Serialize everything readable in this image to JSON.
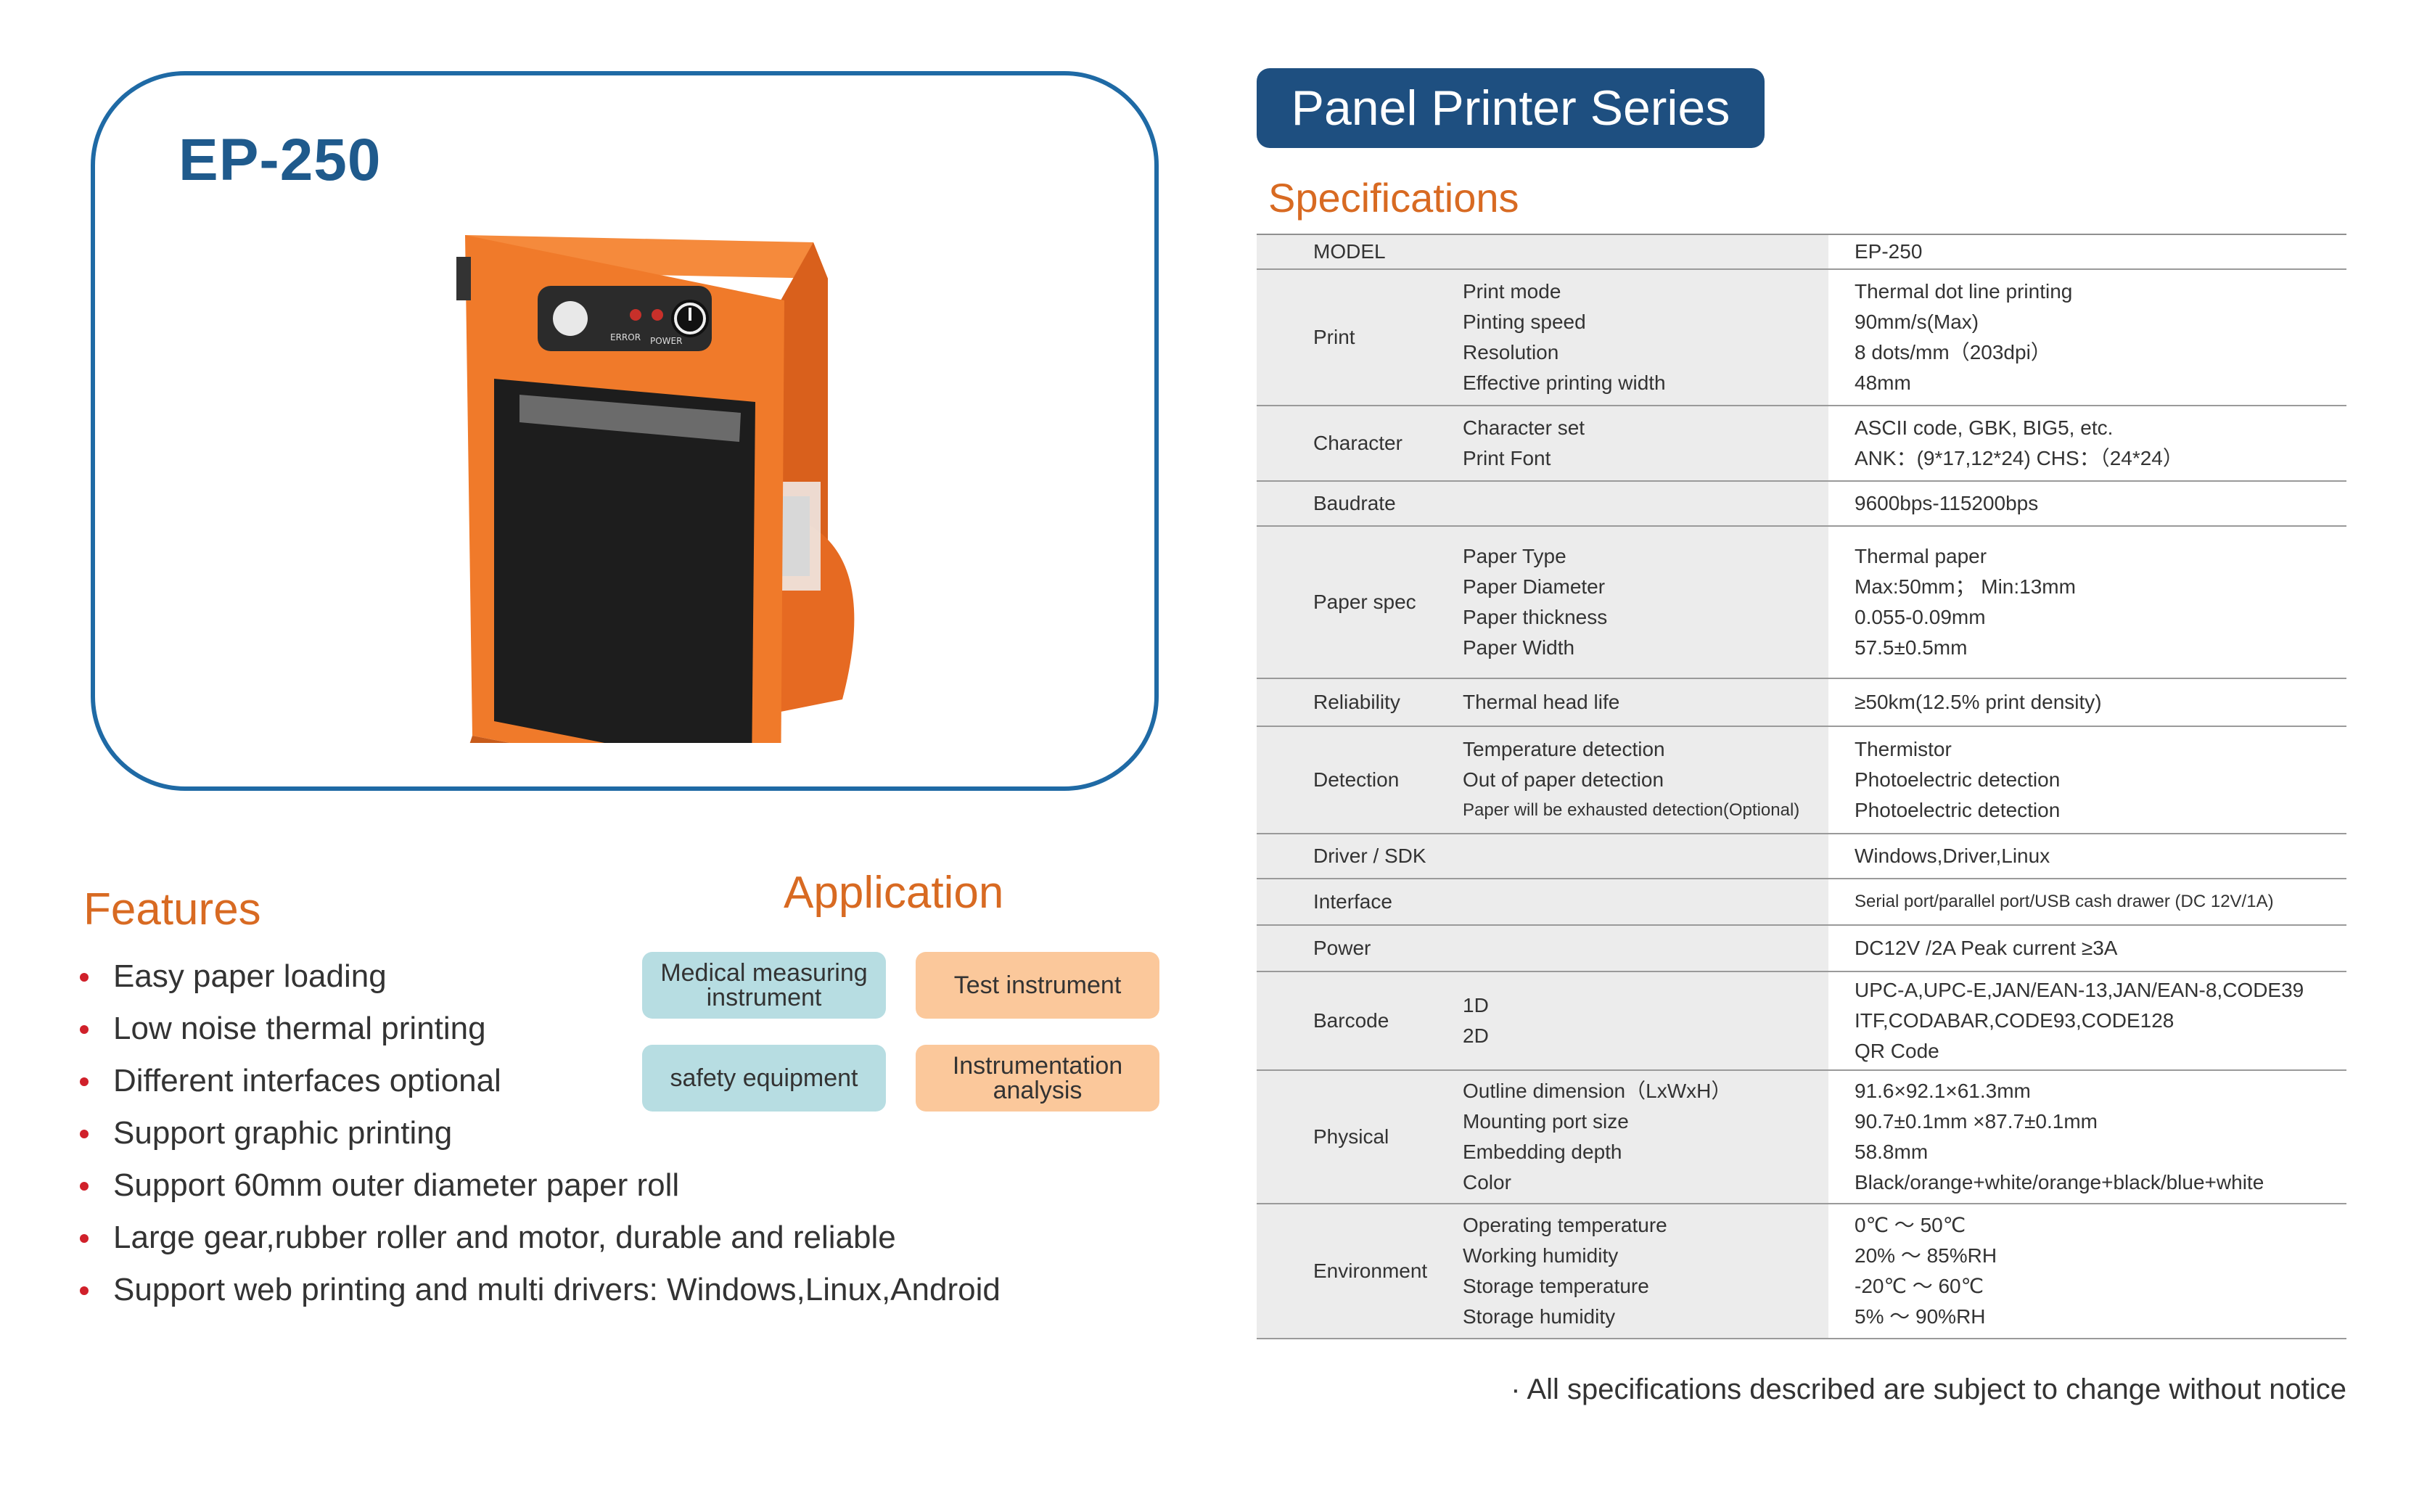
{
  "product": {
    "model": "EP-250",
    "panel_labels": {
      "error": "ERROR",
      "power": "POWER"
    }
  },
  "features": {
    "title": "Features",
    "items": [
      "Easy paper loading",
      "Low noise thermal printing",
      "Different interfaces optional",
      "Support graphic printing",
      "Support 60mm outer diameter paper roll",
      "Large gear,rubber roller and motor, durable and reliable",
      "Support web printing and multi drivers: Windows,Linux,Android"
    ]
  },
  "application": {
    "title": "Application",
    "tags": [
      {
        "lines": [
          "Medical measuring",
          "instrument"
        ],
        "color": "blue"
      },
      {
        "lines": [
          "Test instrument"
        ],
        "color": "orange"
      },
      {
        "lines": [
          "safety equipment"
        ],
        "color": "blue"
      },
      {
        "lines": [
          "Instrumentation",
          "analysis"
        ],
        "color": "orange"
      }
    ]
  },
  "series_title": "Panel Printer Series",
  "specifications": {
    "title": "Specifications",
    "rows": [
      {
        "category": "MODEL",
        "subs": [],
        "values": [
          "EP-250"
        ]
      },
      {
        "category": "Print",
        "subs": [
          "Print mode",
          "Pinting speed",
          "Resolution",
          "Effective printing width"
        ],
        "values": [
          "Thermal dot line printing",
          "90mm/s(Max)",
          "8 dots/mm（203dpi）",
          "48mm"
        ]
      },
      {
        "category": "Character",
        "subs": [
          "Character set",
          "Print Font"
        ],
        "values": [
          "ASCII code, GBK, BIG5, etc.",
          "ANK：(9*17,12*24) CHS：（24*24）"
        ]
      },
      {
        "category": "Baudrate",
        "subs": [],
        "values": [
          "9600bps-115200bps"
        ]
      },
      {
        "category": "Paper spec",
        "subs": [
          "Paper Type",
          "Paper Diameter",
          "Paper thickness",
          "Paper Width"
        ],
        "values": [
          "Thermal paper",
          "Max:50mm；  Min:13mm",
          "0.055-0.09mm",
          "57.5±0.5mm"
        ]
      },
      {
        "category": "Reliability",
        "subs": [
          "Thermal head life"
        ],
        "values": [
          "≥50km(12.5% print density)"
        ]
      },
      {
        "category": "Detection",
        "subs": [
          "Temperature detection",
          "Out of paper detection",
          "Paper will be exhausted detection(Optional)"
        ],
        "values": [
          "Thermistor",
          "Photoelectric detection",
          "Photoelectric detection"
        ]
      },
      {
        "category": "Driver / SDK",
        "subs": [],
        "values": [
          "Windows,Driver,Linux"
        ]
      },
      {
        "category": "Interface",
        "subs": [],
        "values": [
          "Serial port/parallel port/USB cash drawer (DC 12V/1A)"
        ]
      },
      {
        "category": "Power",
        "subs": [],
        "values": [
          "DC12V /2A  Peak current ≥3A"
        ]
      },
      {
        "category": "Barcode",
        "subs": [
          "1D",
          "2D"
        ],
        "values": [
          "UPC-A,UPC-E,JAN/EAN-13,JAN/EAN-8,CODE39",
          "ITF,CODABAR,CODE93,CODE128",
          "QR Code"
        ]
      },
      {
        "category": "Physical",
        "subs": [
          "Outline dimension（LxWxH）",
          "Mounting port size",
          "Embedding depth",
          "Color"
        ],
        "values": [
          "91.6×92.1×61.3mm",
          "90.7±0.1mm ×87.7±0.1mm",
          "58.8mm",
          "Black/orange+white/orange+black/blue+white"
        ]
      },
      {
        "category": "Environment",
        "subs": [
          "Operating temperature",
          "Working humidity",
          "Storage temperature",
          "Storage humidity"
        ],
        "values": [
          "0℃ ～ 50℃",
          "20% ～ 85%RH",
          "-20℃ ～ 60℃",
          "5% ～ 90%RH"
        ]
      }
    ]
  },
  "footnote": "All specifications described are subject to change without notice",
  "colors": {
    "accent_orange": "#d86a22",
    "brand_blue": "#1e4f80",
    "card_border": "#1f6aa5",
    "printer_body": "#f07a2a",
    "bullet_red": "#d0202a"
  }
}
